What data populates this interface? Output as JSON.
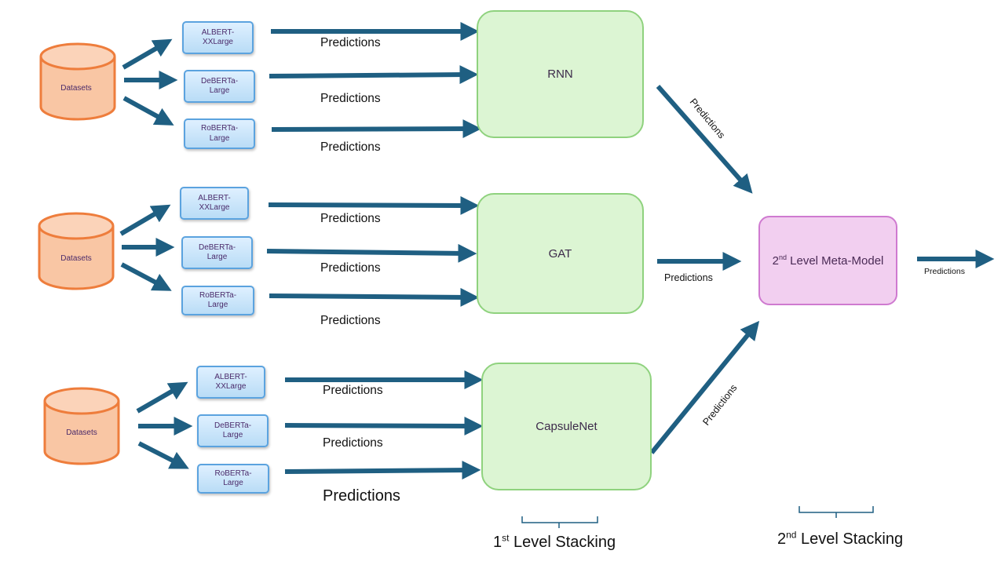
{
  "colors": {
    "arrow": "#1f5f82",
    "dataset_fill": "#f9c6a4",
    "dataset_stroke": "#ee7d3c",
    "model_border": "#5ba3df",
    "level1_fill": "#dcf5d3",
    "level1_border": "#8fd27e",
    "meta_fill": "#f2cff0",
    "meta_border": "#cf7ad0"
  },
  "datasets_label": "Datasets",
  "models": {
    "albert": "ALBERT-XXLarge",
    "deberta": "DeBERTa-Large",
    "roberta": "RoBERTa-Large"
  },
  "level1": {
    "rnn": "RNN",
    "gat": "GAT",
    "capsule": "CapsuleNet"
  },
  "meta": {
    "ordinal": "2",
    "ordinal_suffix": "nd",
    "label": "Level Meta-Model"
  },
  "predictions_label": "Predictions",
  "stacking": {
    "first_ordinal": "1",
    "first_suffix": "st",
    "first_label": "Level Stacking",
    "second_ordinal": "2",
    "second_suffix": "nd",
    "second_label": "Level Stacking"
  }
}
